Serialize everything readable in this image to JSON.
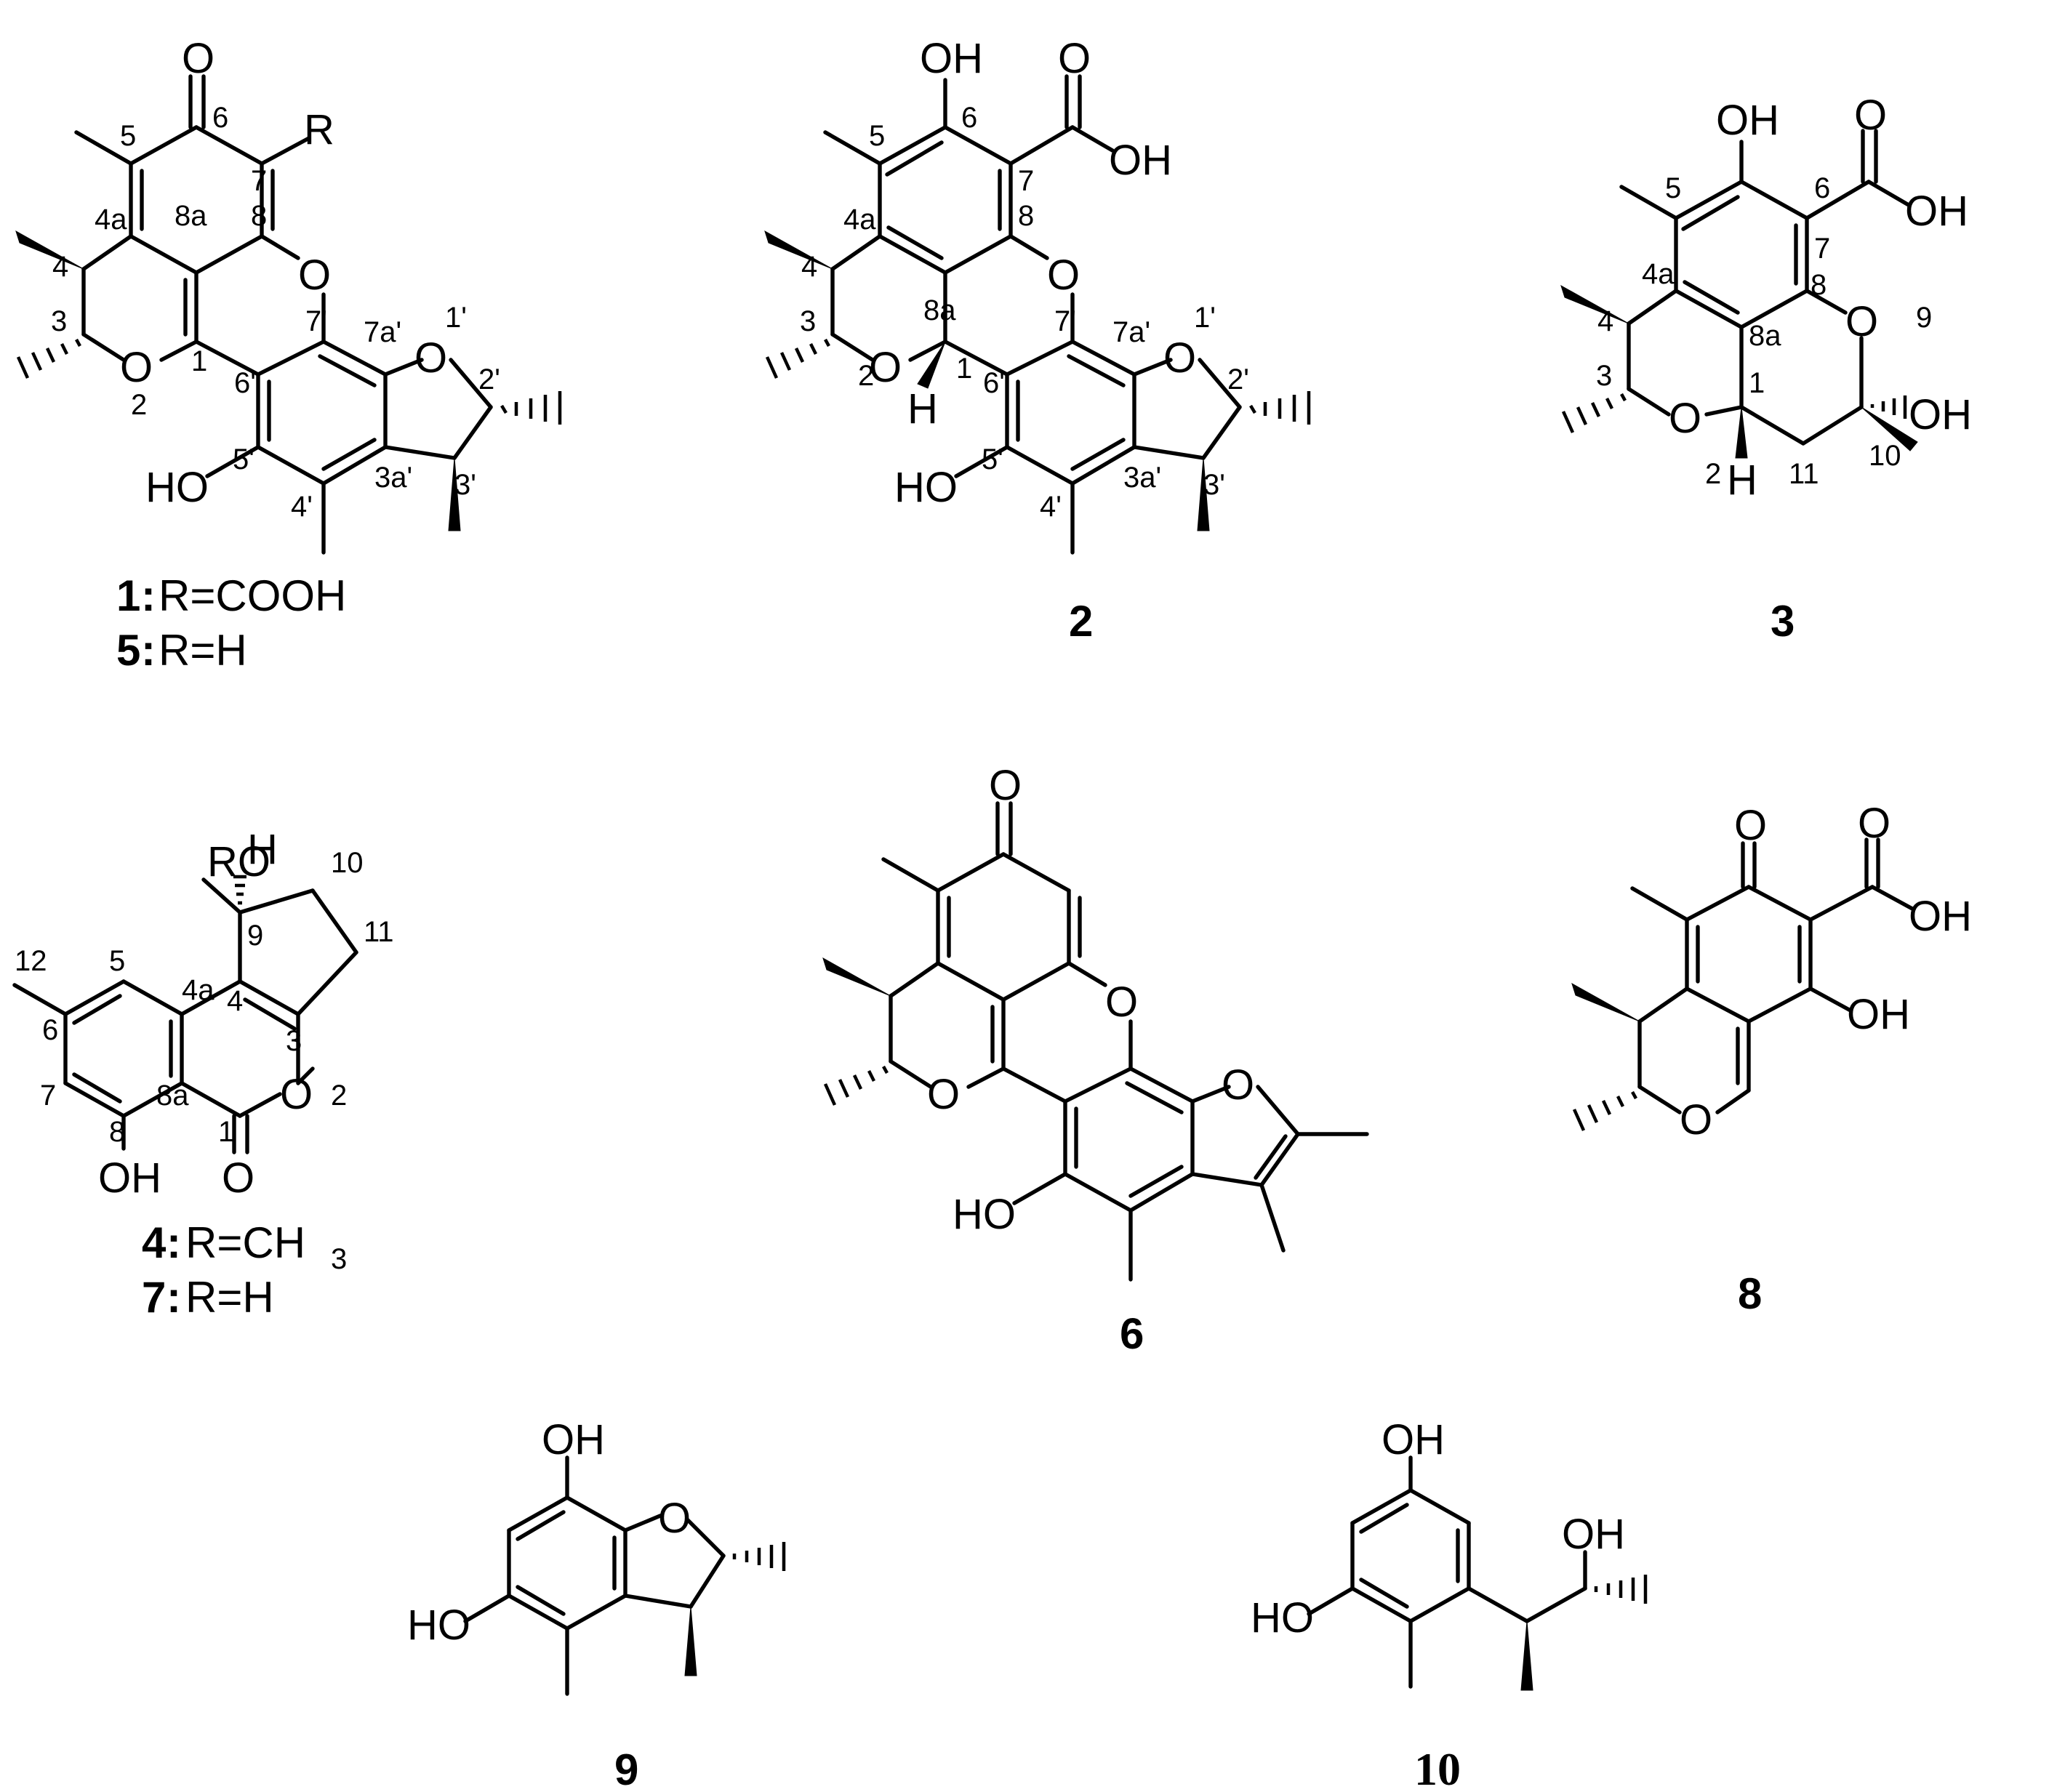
{
  "compounds": [
    {
      "id": "1",
      "caption_r": "R=COOH"
    },
    {
      "id": "5",
      "caption_r": "R=H"
    },
    {
      "id": "2"
    },
    {
      "id": "3"
    },
    {
      "id": "4",
      "caption_r": "R=CH",
      "caption_sub": "3"
    },
    {
      "id": "7",
      "caption_r": "R=H"
    },
    {
      "id": "6"
    },
    {
      "id": "8"
    },
    {
      "id": "9"
    },
    {
      "id": "10"
    }
  ],
  "atoms": {
    "O": "O",
    "OH": "OH",
    "HO": "HO",
    "H": "H",
    "R": "R",
    "RO": "RO",
    "C": "C"
  },
  "c1_labels": [
    "6",
    "5",
    "7",
    "4a",
    "8a",
    "8",
    "4",
    "3",
    "2",
    "1",
    "7'",
    "7a'",
    "1'",
    "2'",
    "6'",
    "5'",
    "4'",
    "3a'",
    "3'"
  ],
  "c2_labels": [
    "6",
    "5",
    "7",
    "8",
    "4a",
    "8a",
    "4",
    "3",
    "2",
    "1",
    "7'",
    "7a'",
    "1'",
    "2'",
    "6'",
    "5'",
    "4'",
    "3a'",
    "3'"
  ],
  "c3_labels": [
    "5",
    "6",
    "7",
    "4a",
    "8",
    "9",
    "8a",
    "4",
    "3",
    "1",
    "10",
    "2",
    "11"
  ],
  "c4_labels": [
    "10",
    "9",
    "5",
    "4a",
    "4",
    "11",
    "12",
    "6",
    "3",
    "2",
    "7",
    "8",
    "8a",
    "1"
  ]
}
